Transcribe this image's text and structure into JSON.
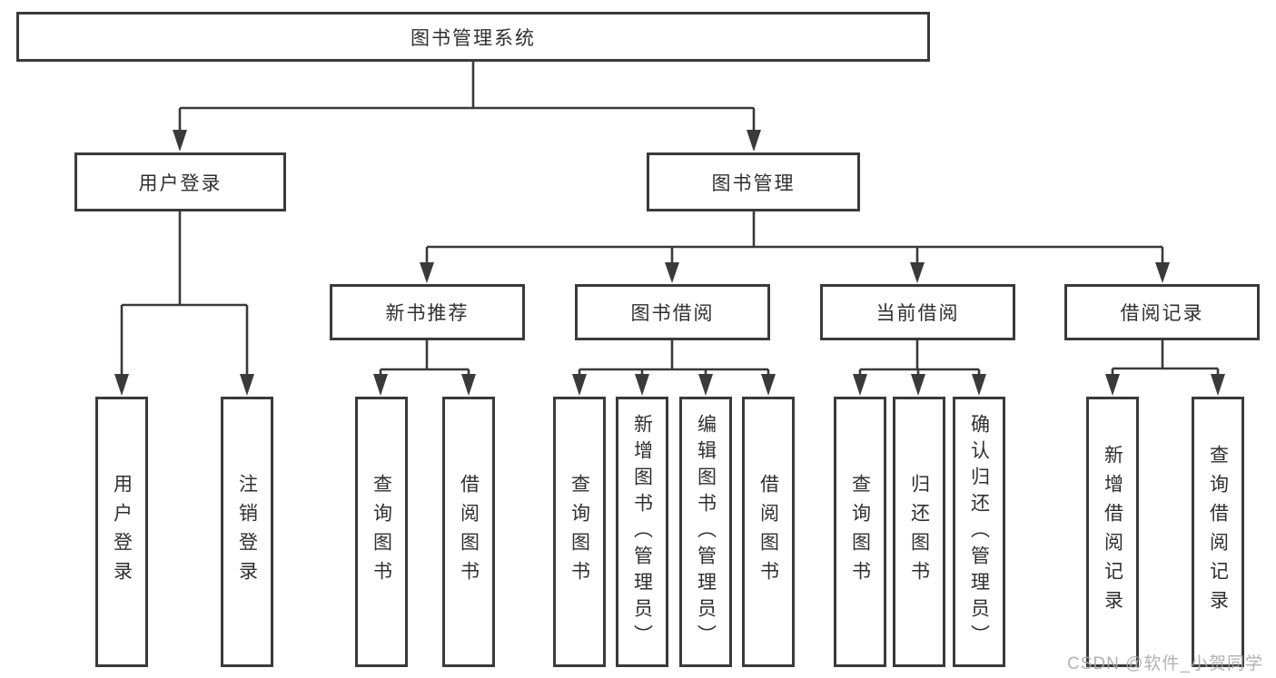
{
  "title": "图书管理系统",
  "watermark": "CSDN @软件_小贺同学",
  "colors": {
    "line": "#3a3a3a",
    "box_border": "#3a3a3a",
    "text": "#2f2f2f",
    "background": "#ffffff",
    "watermark": "#a8a8a8"
  },
  "tree": {
    "root": {
      "label": "图书管理系统"
    },
    "children": [
      {
        "label": "用户登录",
        "children": [
          {
            "label": "用户登录"
          },
          {
            "label": "注销登录"
          }
        ]
      },
      {
        "label": "图书管理",
        "children": [
          {
            "label": "新书推荐",
            "children": [
              {
                "label": "查询图书"
              },
              {
                "label": "借阅图书"
              }
            ]
          },
          {
            "label": "图书借阅",
            "children": [
              {
                "label": "查询图书"
              },
              {
                "label": "新增图书（管理员）"
              },
              {
                "label": "编辑图书（管理员）"
              },
              {
                "label": "借阅图书"
              }
            ]
          },
          {
            "label": "当前借阅",
            "children": [
              {
                "label": "查询图书"
              },
              {
                "label": "归还图书"
              },
              {
                "label": "确认归还（管理员）"
              }
            ]
          },
          {
            "label": "借阅记录",
            "children": [
              {
                "label": "新增借阅记录"
              },
              {
                "label": "查询借阅记录"
              }
            ]
          }
        ]
      }
    ]
  }
}
